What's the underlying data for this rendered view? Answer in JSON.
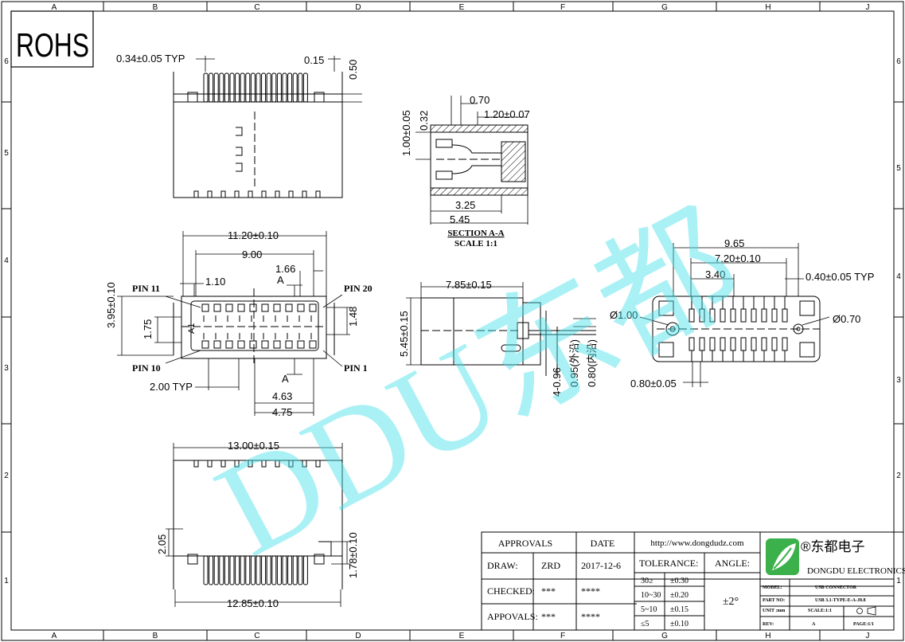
{
  "border": {
    "columns": [
      "A",
      "B",
      "C",
      "D",
      "E",
      "F",
      "G",
      "H",
      "J"
    ],
    "rows": [
      "6",
      "5",
      "4",
      "3",
      "2",
      "1"
    ]
  },
  "rohs": "ROHS",
  "watermark": "DDU东都",
  "top_view": {
    "dim_pitch": "0.34±0.05  TYP",
    "dim_015": "0.15",
    "dim_050": "0.50"
  },
  "section": {
    "dim_070": "0.70",
    "dim_120": "1.20±0.07",
    "dim_100": "1.00±0.05",
    "dim_032": "0.32",
    "dim_325": "3.25",
    "dim_545": "5.45",
    "title": "SECTION A-A",
    "scale": "SCALE 1:1"
  },
  "front_view": {
    "dim_1120": "11.20±0.10",
    "dim_900": "9.00",
    "dim_166": "1.66",
    "dim_110": "1.10",
    "dim_395": "3.95±0.10",
    "dim_175": "1.75",
    "dim_148": "1.48",
    "dim_200": "2.00  TYP",
    "dim_463": "4.63",
    "dim_475": "4.75",
    "pin11": "PIN 11",
    "pin20": "PIN 20",
    "pin10": "PIN 10",
    "pin1": "PIN 1",
    "label_a_top": "A",
    "label_a_bottom": "A",
    "a1_mark": "A1"
  },
  "side_view": {
    "dim_785": "7.85±0.15",
    "dim_545": "5.45±0.15",
    "dim_096": "4-0.96",
    "dim_095": "0.95(外沿)",
    "dim_080": "0.80(内沿)"
  },
  "pcb_view": {
    "dim_965": "9.65",
    "dim_720": "7.20±0.10",
    "dim_340": "3.40",
    "dim_040": "0.40±0.05  TYP",
    "dim_d100": "Ø1.00",
    "dim_d070": "Ø0.70",
    "dim_080": "0.80±0.05"
  },
  "bottom_view": {
    "dim_1300": "13.00±0.15",
    "dim_205": "2.05",
    "dim_178": "1.78±0.10",
    "dim_1285": "12.85±0.10"
  },
  "title_block": {
    "approvals": "APPROVALS",
    "date": "DATE",
    "url": "http://www.dongdudz.com",
    "draw_label": "DRAW:",
    "draw_name": "ZRD",
    "draw_date": "2017-12-6",
    "checked_label": "CHECKED:",
    "checked_name": "***",
    "checked_date": "****",
    "appovals_label": "APPOVALS:",
    "appovals_name": "***",
    "appovals_date": "****",
    "tolerance_label": "TOLERANCE:",
    "angle_label": "ANGLE:",
    "angle_value": "±2°",
    "tol_rows": [
      {
        "range": "30≥",
        "value": "±0.30"
      },
      {
        "range": "10~30",
        "value": "±0.20"
      },
      {
        "range": "5~10",
        "value": "±0.15"
      },
      {
        "range": "≤5",
        "value": "±0.10"
      }
    ],
    "company_cn": "®东都电子",
    "company_en": "DONGDU ELECTRONICS",
    "model_label": "MODEL:",
    "model_value": "USB CONNECTOR",
    "part_label": "PART NO:",
    "part_value": "USB 3.1-TYPE-E-A-J0.8",
    "unit_label": "UNIT :mm",
    "scale_label": "SCALE:1:1",
    "rev_label": "REV:",
    "rev_value": "A",
    "page_label": "PAGE:1/1"
  }
}
